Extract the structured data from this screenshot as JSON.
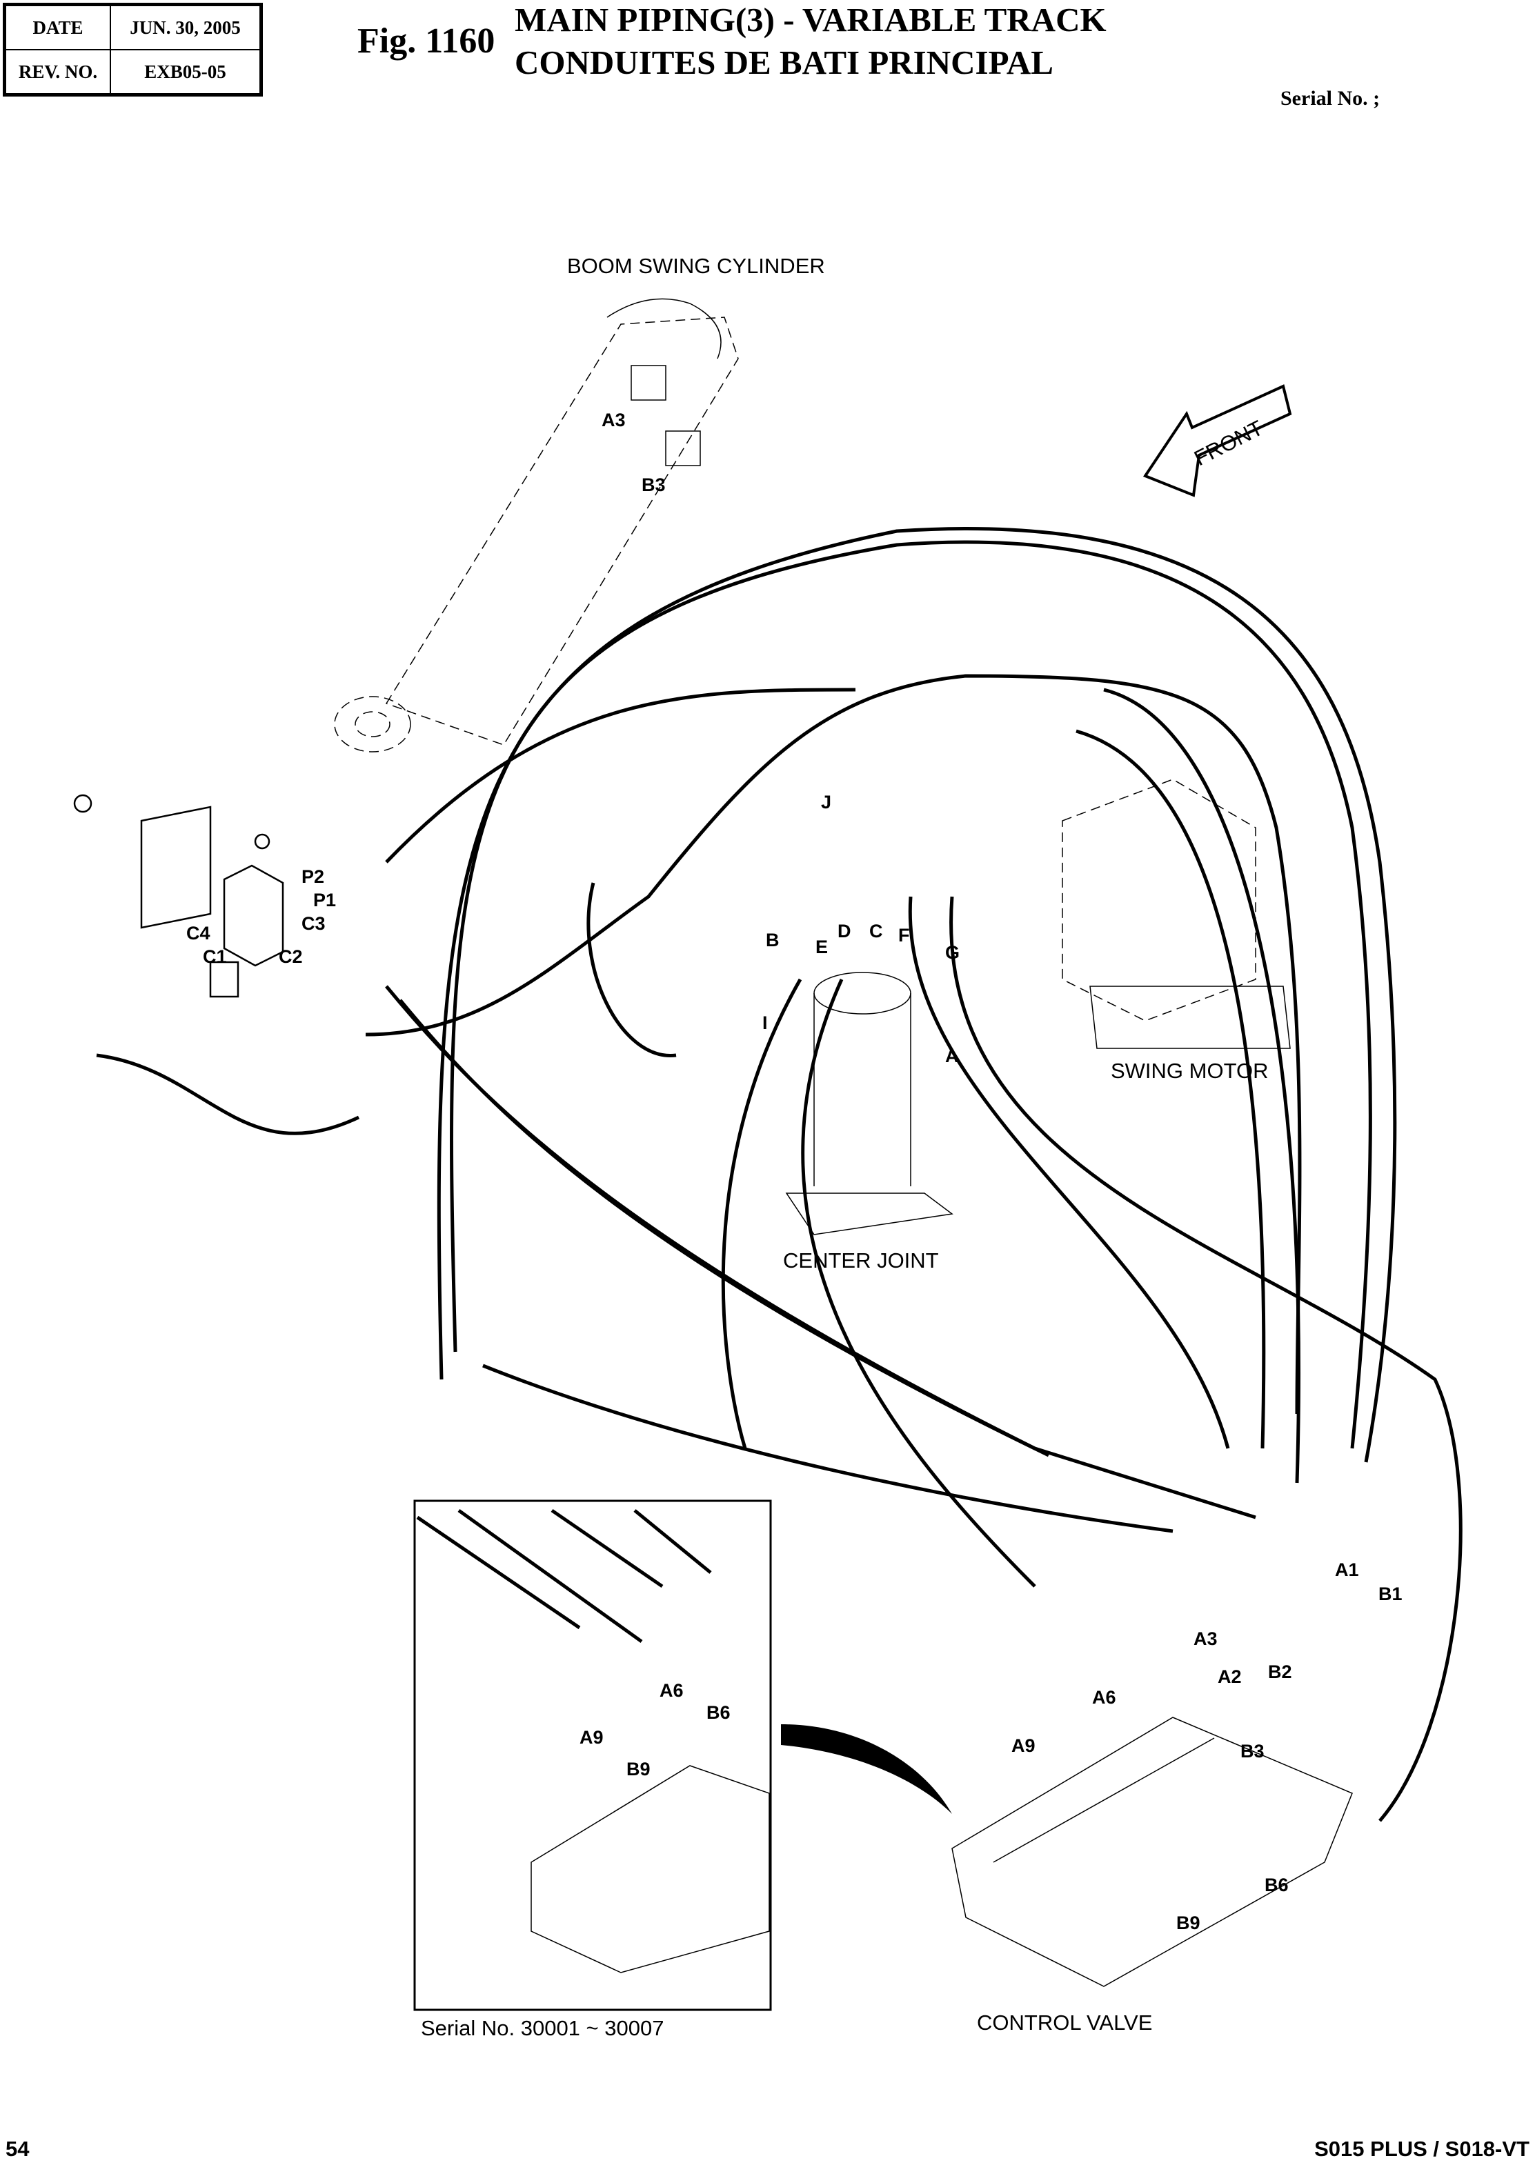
{
  "header": {
    "date_label": "DATE",
    "date_value": "JUN. 30, 2005",
    "rev_label": "REV. NO.",
    "rev_value": "EXB05-05",
    "figure": "Fig. 1160",
    "title_line1": "MAIN PIPING(3) - VARIABLE TRACK",
    "title_line2": "CONDUITES DE BATI PRINCIPAL",
    "serial_label": "Serial No. ;"
  },
  "components": {
    "boom_swing_cylinder": "BOOM SWING CYLINDER",
    "front_arrow": "FRONT",
    "swing_motor": "SWING MOTOR",
    "center_joint": "CENTER JOINT",
    "control_valve": "CONTROL VALVE"
  },
  "callouts": {
    "cylinder": [
      "A3",
      "B3"
    ],
    "valve_block": [
      "P2",
      "P1",
      "C3",
      "C4",
      "C1",
      "C2"
    ],
    "center_joint": [
      "J",
      "B",
      "E",
      "D",
      "C",
      "F",
      "G",
      "I",
      "A"
    ],
    "control_valve": [
      "A1",
      "B1",
      "A3",
      "A2",
      "B2",
      "B3",
      "A6",
      "A9",
      "B6",
      "B9"
    ],
    "inset": [
      "A6",
      "B6",
      "A9",
      "B9"
    ]
  },
  "inset": {
    "caption": "Serial No. 30001 ~ 30007"
  },
  "footer": {
    "page_number": "54",
    "model": "S015 PLUS / S018-VT"
  }
}
